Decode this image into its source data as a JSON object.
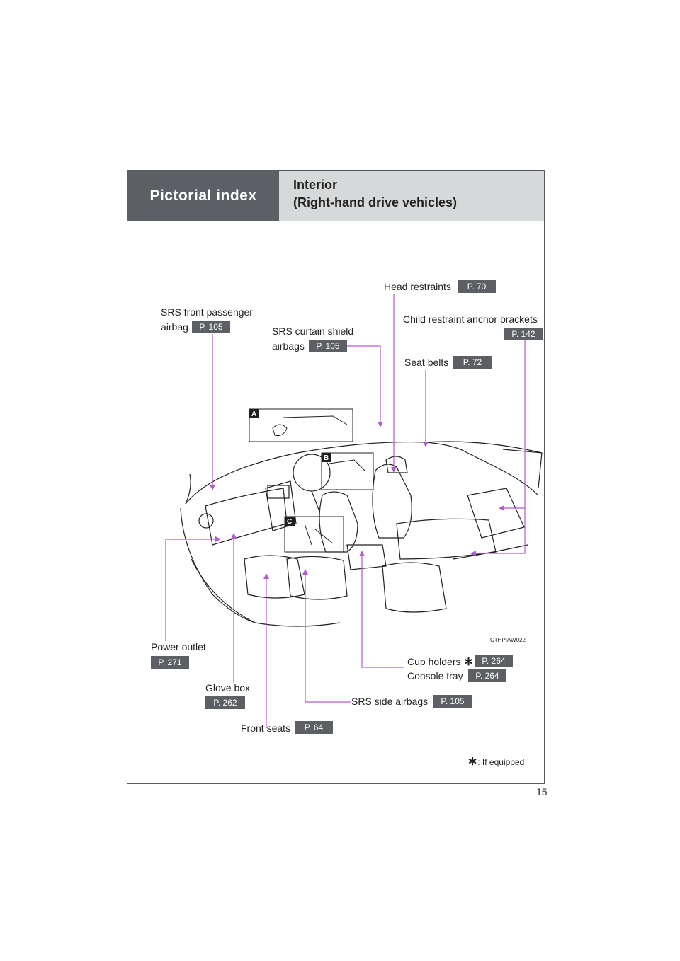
{
  "header": {
    "section": "Pictorial index",
    "title_line1": "Interior",
    "title_line2": "(Right-hand drive vehicles)"
  },
  "labels": {
    "head_restraints": {
      "text": "Head restraints",
      "page": "P. 70"
    },
    "srs_front_passenger_airbag": {
      "line1": "SRS front passenger",
      "line2": "airbag",
      "page": "P. 105"
    },
    "child_restraint_anchor_brackets": {
      "text": "Child restraint anchor brackets",
      "page": "P. 142"
    },
    "srs_curtain_shield_airbags": {
      "line1": "SRS curtain shield",
      "line2": "airbags",
      "page": "P. 105"
    },
    "seat_belts": {
      "text": "Seat belts",
      "page": "P. 72"
    },
    "power_outlet": {
      "text": "Power outlet",
      "page": "P. 271"
    },
    "cup_holders": {
      "text": "Cup holders",
      "page": "P. 264"
    },
    "console_tray": {
      "text": "Console tray",
      "page": "P. 264"
    },
    "glove_box": {
      "text": "Glove box",
      "page": "P. 262"
    },
    "srs_side_airbags": {
      "text": "SRS side airbags",
      "page": "P. 105"
    },
    "front_seats": {
      "text": "Front seats",
      "page": "P. 64"
    }
  },
  "insets": {
    "a": "A",
    "b": "B",
    "c": "C"
  },
  "image_code": "CTHPIAW022",
  "footnote": {
    "marker": "∗",
    "text": ": If equipped"
  },
  "page_number": "15",
  "colors": {
    "header_dark": "#5c6064",
    "header_light": "#d5d9da",
    "leader_line": "#b45ad2"
  }
}
